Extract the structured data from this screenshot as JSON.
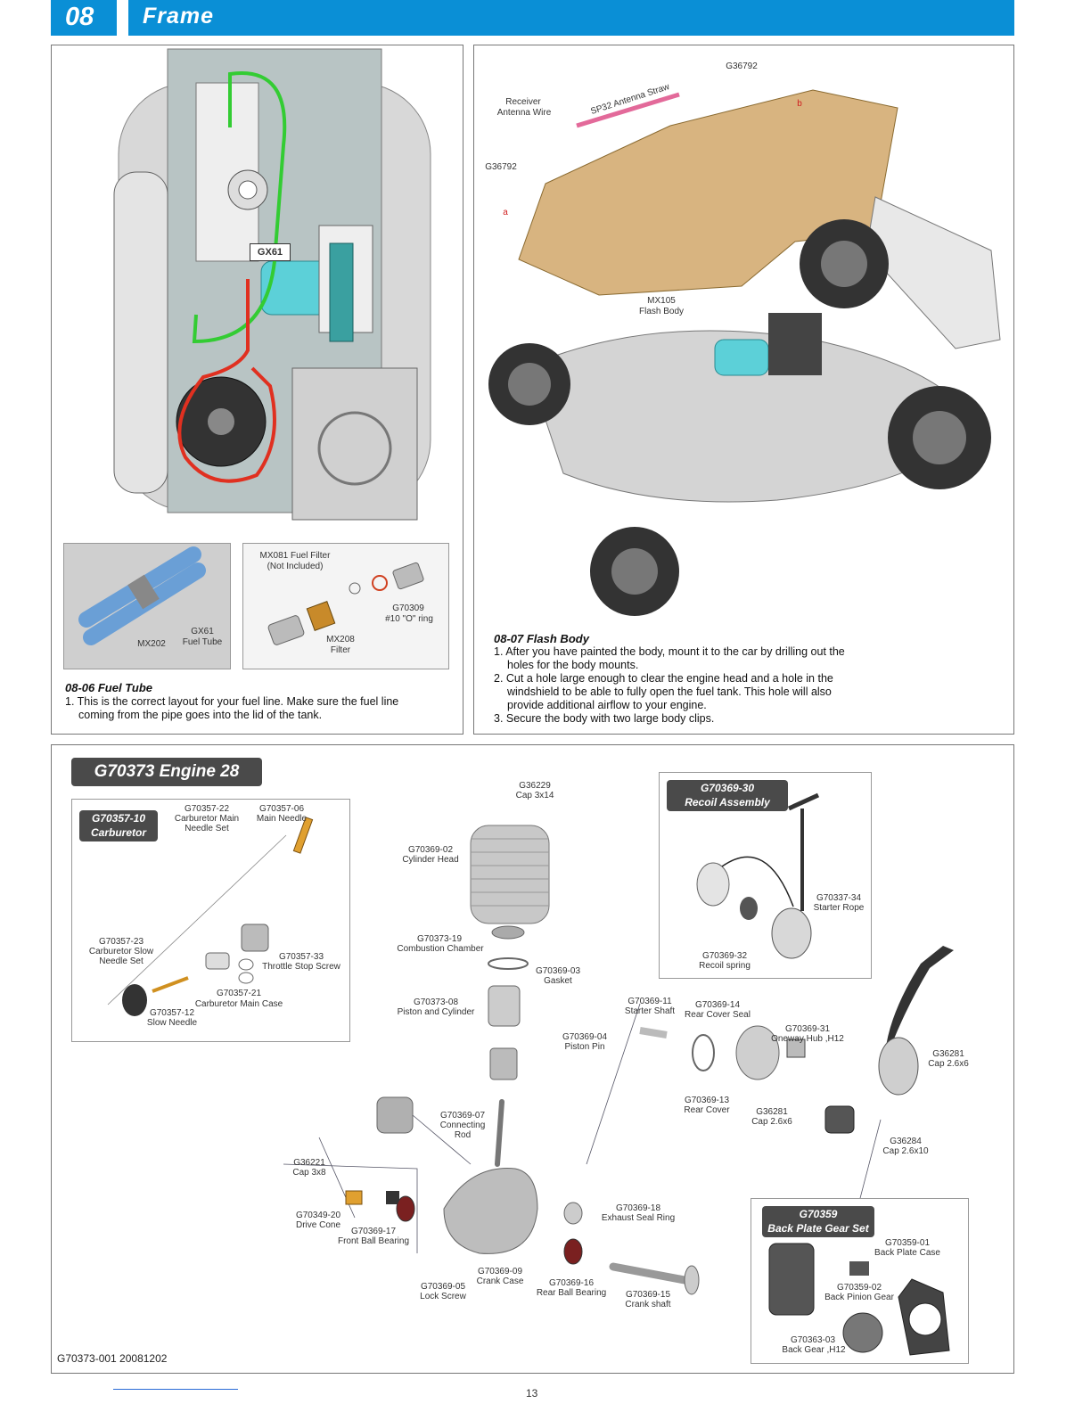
{
  "header": {
    "number": "08",
    "title": "Frame"
  },
  "fuel_tube_panel": {
    "callout": "GX61",
    "parts_left": {
      "mx202": "MX202",
      "gx61": "GX61",
      "gx61_name": "Fuel Tube"
    },
    "parts_right": {
      "filter_title": "MX081 Fuel Filter",
      "filter_note": "(Not Included)",
      "oring_code": "G70309",
      "oring_name": "#10 \"O\" ring",
      "mx208_code": "MX208",
      "mx208_name": "Filter"
    },
    "title": "08-06  Fuel Tube",
    "steps": [
      "1. This is the correct layout for your fuel line.  Make sure the fuel line",
      "coming from the pipe goes into the lid of the tank."
    ]
  },
  "flash_body_panel": {
    "labels": {
      "g36792_top": "G36792",
      "receiver_1": "Receiver",
      "receiver_2": "Antenna Wire",
      "straw": "SP32  Antenna Straw",
      "g36792_left": "G36792",
      "mx105_code": "MX105",
      "mx105_name": "Flash Body",
      "a_mark": "a",
      "b_mark": "b"
    },
    "title": "08-07 Flash Body",
    "steps": [
      "1. After you have painted the body, mount it to the car by drilling out the",
      "holes for the body mounts.",
      "2. Cut a hole large enough to clear the engine head and a hole in the",
      "windshield to be able to fully open the fuel tank.  This hole will also",
      "provide additional airflow to your engine.",
      "3. Secure the body with two large body clips."
    ]
  },
  "engine_panel": {
    "title": "G70373  Engine 28",
    "carburetor_box": {
      "title_1": "G70357-10",
      "title_2": "Carburetor",
      "p22_code": "G70357-22",
      "p22_name_1": "Carburetor Main",
      "p22_name_2": "Needle Set",
      "p06_code": "G70357-06",
      "p06_name": "Main Needle",
      "p23_code": "G70357-23",
      "p23_name_1": "Carburetor Slow",
      "p23_name_2": "Needle Set",
      "p33_code": "G70357-33",
      "p33_name": "Throttle Stop Screw",
      "p21_code": "G70357-21",
      "p21_name": "Carburetor Main Case",
      "p12_code": "G70357-12",
      "p12_name": "Slow Needle"
    },
    "recoil_box": {
      "title_1": "G70369-30",
      "title_2": "Recoil Assembly",
      "p34_code": "G70337-34",
      "p34_name": "Starter Rope",
      "p32_code": "G70369-32",
      "p32_name": "Recoil spring"
    },
    "backplate_box": {
      "title_1": "G70359",
      "title_2": "Back Plate Gear Set",
      "p01_code": "G70359-01",
      "p01_name": "Back Plate Case",
      "p02_code": "G70359-02",
      "p02_name": "Back Pinion Gear",
      "p03_code": "G70363-03",
      "p03_name": "Back Gear ,H12"
    },
    "parts": {
      "g36229_code": "G36229",
      "g36229_name": "Cap 3x14",
      "cyl_head_code": "G70369-02",
      "cyl_head_name": "Cylinder Head",
      "comb_code": "G70373-19",
      "comb_name": "Combustion Chamber",
      "gasket_code": "G70369-03",
      "gasket_name": "Gasket",
      "piston_code": "G70373-08",
      "piston_name": "Piston and Cylinder",
      "pin_code": "G70369-04",
      "pin_name": "Piston Pin",
      "rod_code": "G70369-07",
      "rod_name_1": "Connecting",
      "rod_name_2": "Rod",
      "g36221_code": "G36221",
      "g36221_name": "Cap 3x8",
      "cone_code": "G70349-20",
      "cone_name": "Drive Cone",
      "fbb_code": "G70369-17",
      "fbb_name": "Front Ball Bearing",
      "lock_code": "G70369-05",
      "lock_name": "Lock Screw",
      "case_code": "G70369-09",
      "case_name": "Crank Case",
      "rbb_code": "G70369-16",
      "rbb_name": "Rear Ball Bearing",
      "shaft_code": "G70369-15",
      "shaft_name": "Crank shaft",
      "seal_code": "G70369-18",
      "seal_name": "Exhaust Seal Ring",
      "ss_code": "G70369-11",
      "ss_name": "Starter Shaft",
      "rcs_code": "G70369-14",
      "rcs_name": "Rear Cover Seal",
      "hub_code": "G70369-31",
      "hub_name": "Oneway Hub ,H12",
      "g36281a_code": "G36281",
      "g36281a_name": "Cap 2.6x6",
      "rc_code": "G70369-13",
      "rc_name": "Rear Cover",
      "g36281b_code": "G36281",
      "g36281b_name": "Cap 2.6x6",
      "g36284_code": "G36284",
      "g36284_name": "Cap 2.6x10"
    }
  },
  "footer": {
    "code": "G70373-001 20081202",
    "page": "13"
  },
  "colors": {
    "header_blue": "#0a8fd6",
    "fuel_green": "#33cc33",
    "fuel_red": "#e03020",
    "tag_dark": "#4a4a4a"
  }
}
